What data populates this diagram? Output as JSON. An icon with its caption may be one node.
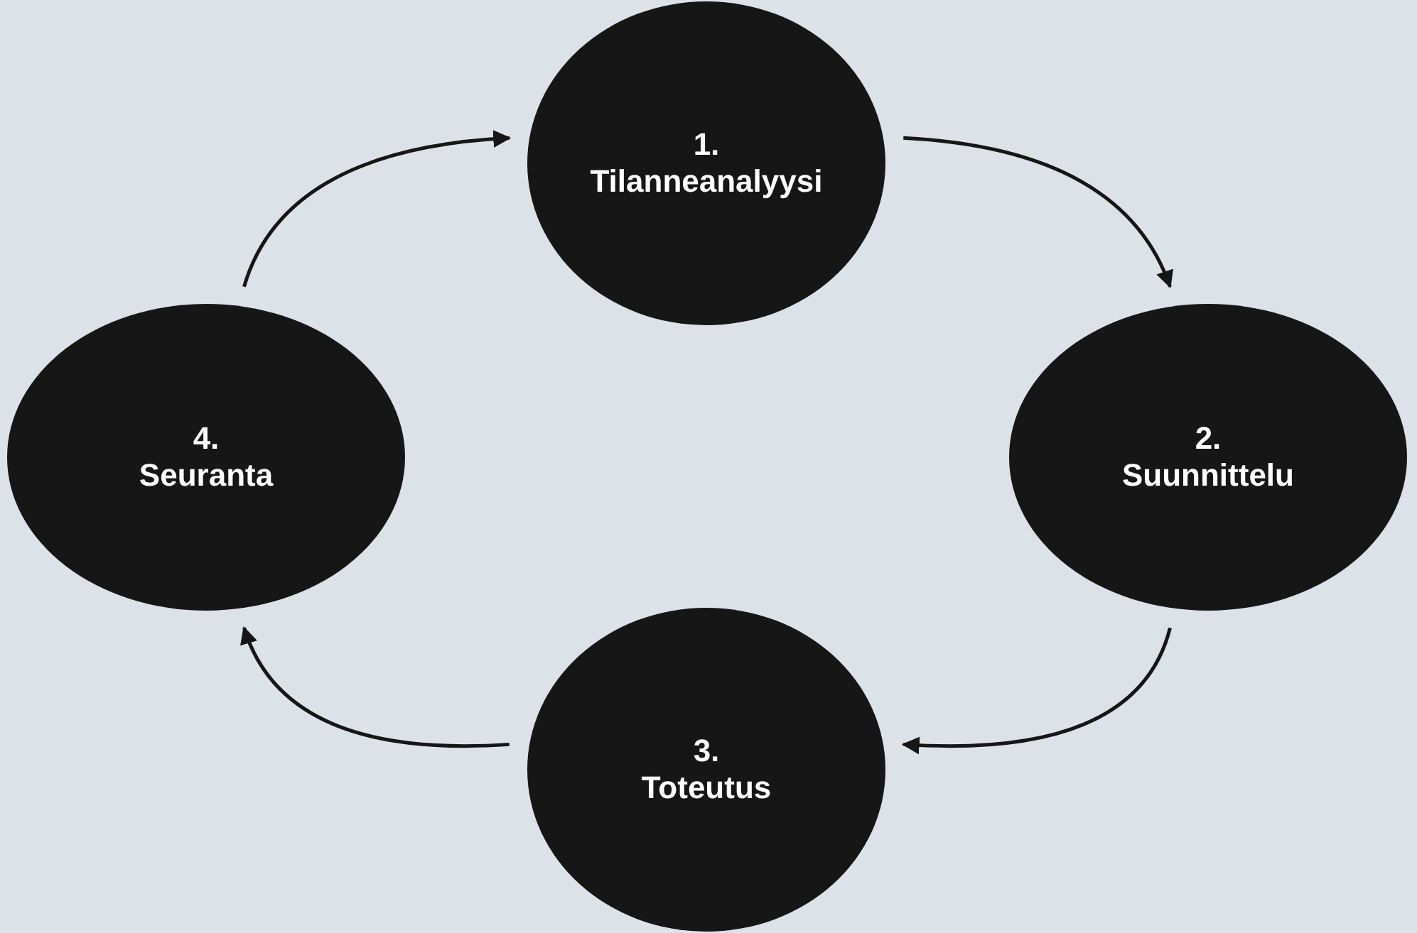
{
  "diagram": {
    "nodes": [
      {
        "text": [
          "1.",
          "Tilanneanalyysi"
        ]
      },
      {
        "text": [
          "2.",
          "Suunnittelu"
        ]
      },
      {
        "text": [
          "3.",
          "Toteutus"
        ]
      },
      {
        "text": [
          "4.",
          "Seuranta"
        ]
      }
    ],
    "edges": [
      {
        "from": 0,
        "to": 1,
        "arrow": "to"
      },
      {
        "from": 1,
        "to": 2,
        "arrow": "to"
      },
      {
        "from": 2,
        "to": 3,
        "arrow": "to"
      },
      {
        "from": 3,
        "to": 0,
        "arrow": "to"
      }
    ]
  }
}
